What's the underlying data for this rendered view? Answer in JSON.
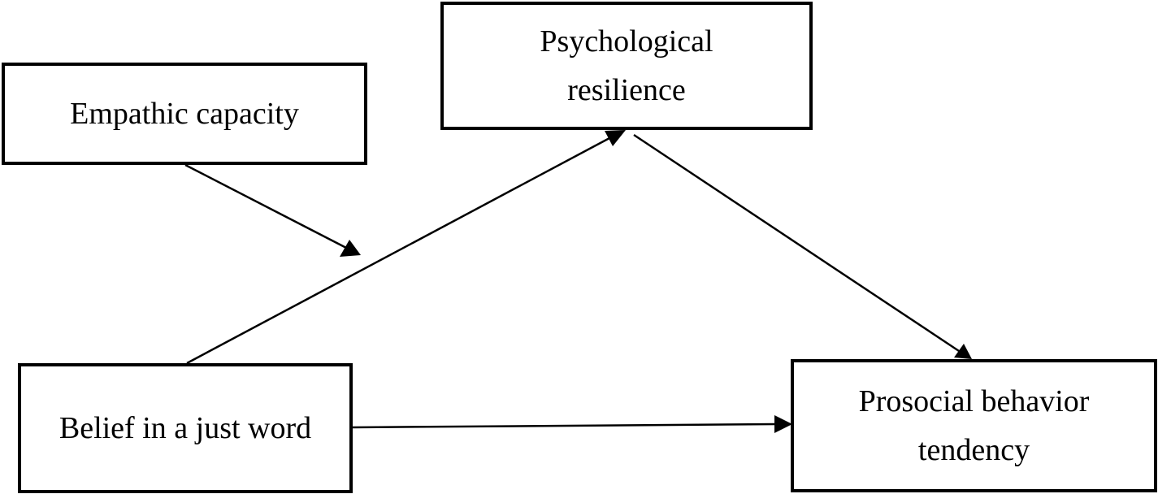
{
  "diagram": {
    "nodes": {
      "empathy": {
        "lines": [
          "Empathic capacity"
        ]
      },
      "resilience": {
        "lines": [
          "Psychological",
          "resilience"
        ]
      },
      "belief": {
        "lines": [
          "Belief in a just word"
        ]
      },
      "prosocial": {
        "lines": [
          "Prosocial behavior",
          "tendency"
        ]
      }
    },
    "edges": [
      {
        "from": "belief",
        "to": "resilience"
      },
      {
        "from": "resilience",
        "to": "prosocial"
      },
      {
        "from": "belief",
        "to": "prosocial"
      },
      {
        "from": "empathy",
        "to": "belief-resilience-path",
        "type": "moderation"
      }
    ],
    "colors": {
      "stroke": "#000000",
      "background": "#ffffff"
    }
  }
}
